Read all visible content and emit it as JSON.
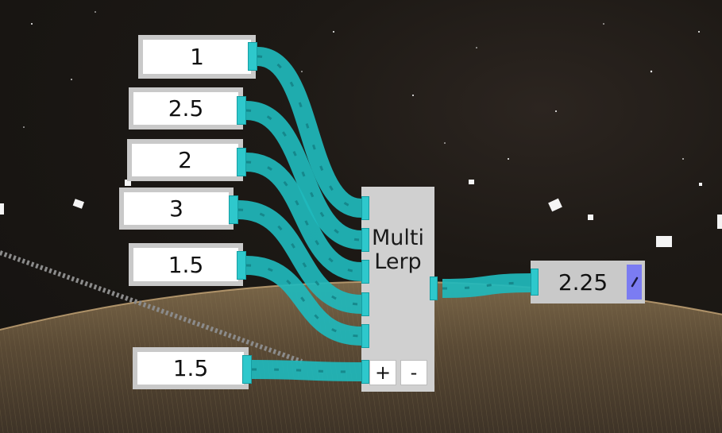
{
  "inputs": [
    {
      "value": "1"
    },
    {
      "value": "2.5"
    },
    {
      "value": "2"
    },
    {
      "value": "3"
    },
    {
      "value": "1.5"
    }
  ],
  "lerp_value_input": {
    "value": "1.5"
  },
  "lerp_node": {
    "title_line1": "Multi",
    "title_line2": "Lerp",
    "add_label": "+",
    "remove_label": "-"
  },
  "output": {
    "value": "2.25"
  },
  "colors": {
    "wire": "#1fb8bc",
    "wire_chevron": "#137f83",
    "node_frame": "#c9c9c9",
    "edit_button": "#7b7cf2"
  },
  "icons": {
    "edit": "pencil-icon"
  }
}
